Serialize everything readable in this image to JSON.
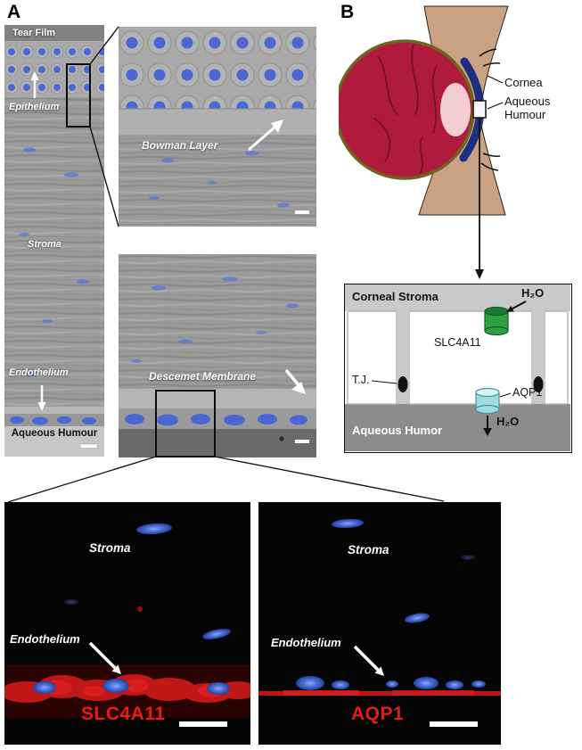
{
  "figure": {
    "panels": {
      "a": "A",
      "b": "B"
    },
    "overview": {
      "tear_film": "Tear Film",
      "epithelium": "Epithelium",
      "stroma": "Stroma",
      "endothelium": "Endothelium",
      "aqueous_humour": "Aqueous Humour"
    },
    "bowman": {
      "label": "Bowman Layer"
    },
    "descemet": {
      "label": "Descemet Membrane"
    },
    "eye": {
      "cornea": "Cornea",
      "aqueous_humour": "Aqueous Humour"
    },
    "schematic": {
      "corneal_stroma": "Corneal Stroma",
      "h2o_top": "H₂O",
      "slc4a11": "SLC4A11",
      "tj": "T.J.",
      "aqp1": "AQP1",
      "aqueous_humor": "Aqueous Humor",
      "h2o_bottom": "H₂O"
    },
    "fluorescence": {
      "slc4a11": {
        "stroma": "Stroma",
        "endothelium": "Endothelium",
        "marker": "SLC4A11"
      },
      "aqp1": {
        "stroma": "Stroma",
        "endothelium": "Endothelium",
        "marker": "AQP1"
      }
    },
    "colors": {
      "marker_red": "#e81a1a",
      "nuclei_blue": "#4a68d4",
      "sclera_red": "#b01a3c",
      "cornea_blue": "#1e2f82",
      "slc4a11_green": "#2fa043",
      "aqp1_cyan": "#9fdce0",
      "stroma_gray": "#c9c9c9",
      "aqueous_gray": "#8c8c8c"
    }
  }
}
